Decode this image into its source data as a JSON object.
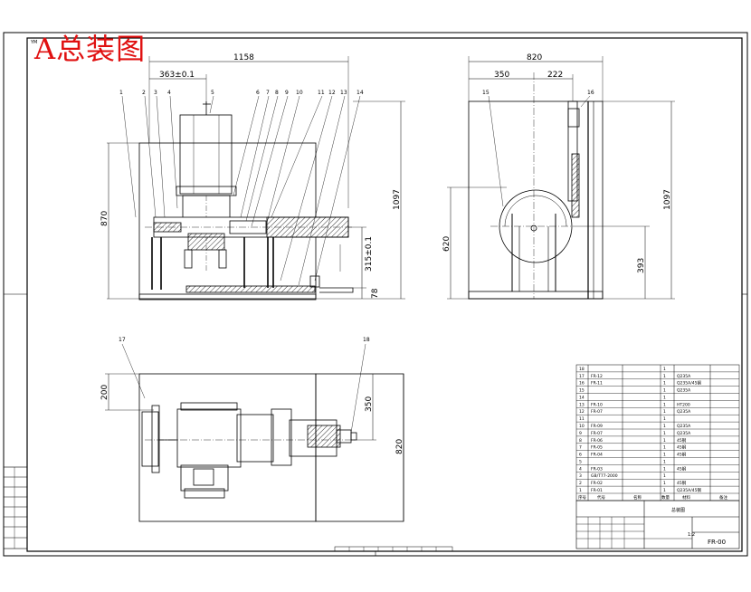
{
  "title": "A总装图",
  "doc_code": "YM",
  "dimensions": {
    "front_width": "1158",
    "front_offset": "363±0.1",
    "front_height_left": "870",
    "front_height_right": "1097",
    "front_axis_height": "315±0.1",
    "front_base": "78",
    "side_width": "820",
    "side_left": "350",
    "side_right": "222",
    "side_height_right": "1097",
    "side_height_left": "620",
    "side_axis": "393",
    "top_offset": "200",
    "top_width_right": "350",
    "top_height": "820"
  },
  "balloons_front": [
    "1",
    "2",
    "3",
    "4",
    "5",
    "6",
    "7",
    "8",
    "9",
    "10",
    "11",
    "12",
    "13",
    "14"
  ],
  "balloons_side": [
    "15",
    "16"
  ],
  "balloons_top": [
    "17",
    "18"
  ],
  "bom": {
    "rows": [
      {
        "no": "18",
        "code": "",
        "name": "",
        "qty": "1",
        "material": ""
      },
      {
        "no": "17",
        "code": "FR-12",
        "name": "",
        "qty": "1",
        "material": "Q235A"
      },
      {
        "no": "16",
        "code": "FR-11",
        "name": "",
        "qty": "1",
        "material": "Q235A/45钢"
      },
      {
        "no": "15",
        "code": "",
        "name": "",
        "qty": "1",
        "material": "Q235A"
      },
      {
        "no": "14",
        "code": "",
        "name": "",
        "qty": "1",
        "material": ""
      },
      {
        "no": "13",
        "code": "FR-10",
        "name": "",
        "qty": "1",
        "material": "HT200"
      },
      {
        "no": "12",
        "code": "FR-07",
        "name": "",
        "qty": "1",
        "material": "Q235A"
      },
      {
        "no": "11",
        "code": "",
        "name": "",
        "qty": "1",
        "material": ""
      },
      {
        "no": "10",
        "code": "FR-09",
        "name": "",
        "qty": "1",
        "material": "Q235A"
      },
      {
        "no": "9",
        "code": "FR-07",
        "name": "",
        "qty": "1",
        "material": "Q235A"
      },
      {
        "no": "8",
        "code": "FR-06",
        "name": "",
        "qty": "1",
        "material": "45钢"
      },
      {
        "no": "7",
        "code": "FR-05",
        "name": "",
        "qty": "1",
        "material": "45钢"
      },
      {
        "no": "6",
        "code": "FR-04",
        "name": "",
        "qty": "1",
        "material": "45钢"
      },
      {
        "no": "5",
        "code": "",
        "name": "",
        "qty": "1",
        "material": ""
      },
      {
        "no": "4",
        "code": "FR-03",
        "name": "",
        "qty": "1",
        "material": "45钢"
      },
      {
        "no": "3",
        "code": "GB/T77-2000",
        "name": "",
        "qty": "1",
        "material": ""
      },
      {
        "no": "2",
        "code": "FR-02",
        "name": "",
        "qty": "1",
        "material": "45钢"
      },
      {
        "no": "1",
        "code": "FR-01",
        "name": "",
        "qty": "1",
        "material": "Q235A/45钢"
      }
    ],
    "header": [
      "序号",
      "代号",
      "名称",
      "数量",
      "材料",
      "备注"
    ]
  },
  "title_block": {
    "drawing_no": "FR-00",
    "scale": "1:2",
    "label_assembly": "总装图"
  },
  "left_strip": [
    "",
    "",
    "",
    "",
    "",
    "",
    "",
    ""
  ],
  "colors": {
    "title_red": "#e01010",
    "line": "#000000"
  }
}
